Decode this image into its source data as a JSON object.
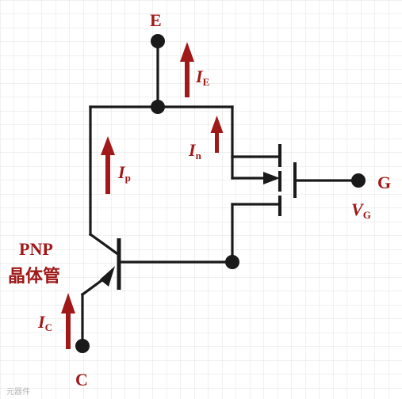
{
  "colors": {
    "wire": "#1a1a1a",
    "label": "#a01818",
    "grid": "#e2e2e2",
    "background": "#ffffff",
    "watermark": "#b5b5b5"
  },
  "terminals": {
    "emitter": "E",
    "gate": "G",
    "collector": "C"
  },
  "currents": {
    "emitter": {
      "symbol": "I",
      "sub": "E"
    },
    "n": {
      "symbol": "I",
      "sub": "n"
    },
    "p": {
      "symbol": "I",
      "sub": "p"
    },
    "collector": {
      "symbol": "I",
      "sub": "C"
    }
  },
  "gate_voltage": {
    "symbol": "V",
    "sub": "G"
  },
  "pnp_label": {
    "line1": "PNP",
    "line2": "晶体管"
  },
  "watermark": "元器件"
}
